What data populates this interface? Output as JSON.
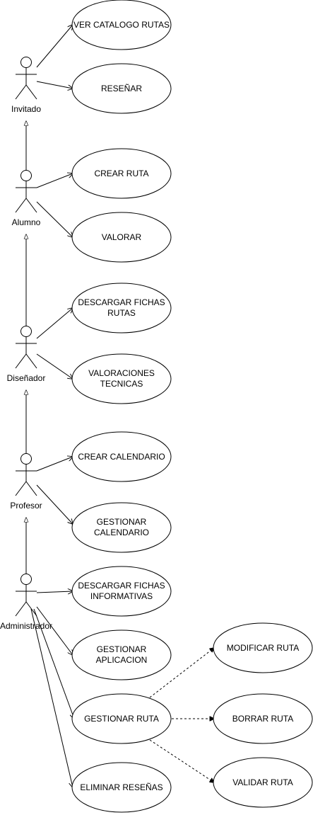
{
  "actors": {
    "invitado": "Invitado",
    "alumno": "Alumno",
    "disenador": "Diseñador",
    "profesor": "Profesor",
    "administrador": "Administrador"
  },
  "use_cases": {
    "ver_catalogo": [
      "VER CATALOGO RUTAS"
    ],
    "resenar": [
      "RESEÑAR"
    ],
    "crear_ruta": [
      "CREAR RUTA"
    ],
    "valorar": [
      "VALORAR"
    ],
    "descargar_fichas_rutas": [
      "DESCARGAR FICHAS",
      "RUTAS"
    ],
    "valoraciones_tecnicas": [
      "VALORACIONES",
      "TECNICAS"
    ],
    "crear_calendario": [
      "CREAR CALENDARIO"
    ],
    "gestionar_calendario": [
      "GESTIONAR",
      "CALENDARIO"
    ],
    "descargar_fichas_informativas": [
      "DESCARGAR FICHAS",
      "INFORMATIVAS"
    ],
    "gestionar_aplicacion": [
      "GESTIONAR",
      "APLICACION"
    ],
    "gestionar_ruta": [
      "GESTIONAR RUTA"
    ],
    "eliminar_resenas": [
      "ELIMINAR RESEÑAS"
    ],
    "modificar_ruta": [
      "MODIFICAR RUTA"
    ],
    "borrar_ruta": [
      "BORRAR RUTA"
    ],
    "validar_ruta": [
      "VALIDAR RUTA"
    ]
  }
}
